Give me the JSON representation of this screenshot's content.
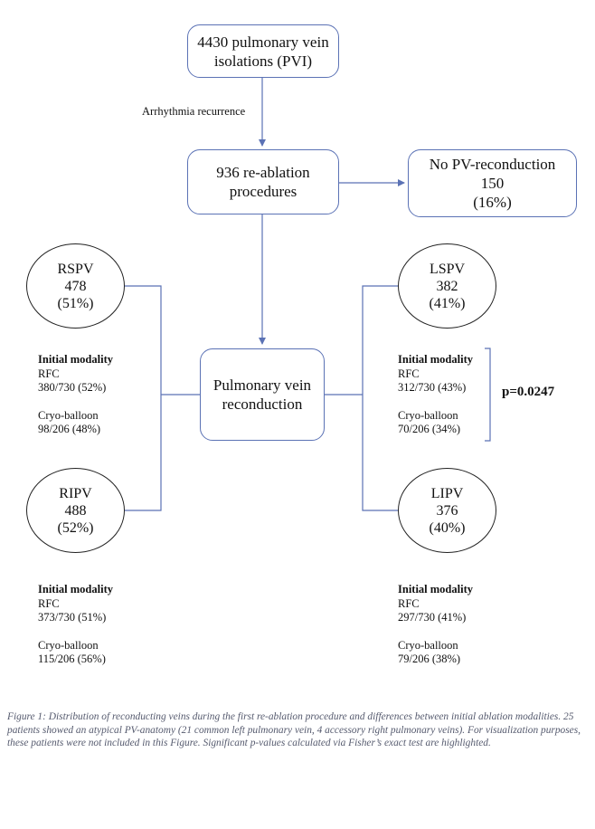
{
  "boxes": {
    "pvi": [
      "4430 pulmonary vein",
      "isolations (PVI)"
    ],
    "reablation": [
      "936 re-ablation",
      "procedures"
    ],
    "no_reconduction": [
      "No PV-reconduction",
      "150",
      "(16%)"
    ],
    "reconduction": [
      "Pulmonary vein",
      "reconduction"
    ]
  },
  "arrow_label": "Arrhythmia recurrence",
  "veins": {
    "rspv": [
      "RSPV",
      "478",
      "(51%)"
    ],
    "ripv": [
      "RIPV",
      "488",
      "(52%)"
    ],
    "lspv": [
      "LSPV",
      "382",
      "(41%)"
    ],
    "lipv": [
      "LIPV",
      "376",
      "(40%)"
    ]
  },
  "stats": {
    "rspv": {
      "header": "Initial modality",
      "rfc_label": "RFC",
      "rfc_value": "380/730 (52%)",
      "cryo_label": "Cryo-balloon",
      "cryo_value": "98/206 (48%)"
    },
    "lspv": {
      "header": "Initial modality",
      "rfc_label": "RFC",
      "rfc_value": "312/730 (43%)",
      "cryo_label": "Cryo-balloon",
      "cryo_value": "70/206 (34%)"
    },
    "ripv": {
      "header": "Initial modality",
      "rfc_label": "RFC",
      "rfc_value": "373/730 (51%)",
      "cryo_label": "Cryo-balloon",
      "cryo_value": "115/206 (56%)"
    },
    "lipv": {
      "header": "Initial modality",
      "rfc_label": "RFC",
      "rfc_value": "297/730 (41%)",
      "cryo_label": "Cryo-balloon",
      "cryo_value": "79/206 (38%)"
    }
  },
  "p_value": "p=0.0247",
  "caption": "Figure 1: Distribution of reconducting veins during the first re-ablation procedure and differences between initial ablation modalities. 25 patients showed an atypical PV-anatomy (21 common left pulmonary vein, 4 accessory right pulmonary veins). For visualization purposes, these patients were not included in this Figure. Significant p-values calculated via Fisher’s exact test are highlighted.",
  "colors": {
    "box_border": "#5b72b5",
    "connector": "#5b72b5",
    "circle_border": "#222222",
    "caption": "#555a6e"
  }
}
